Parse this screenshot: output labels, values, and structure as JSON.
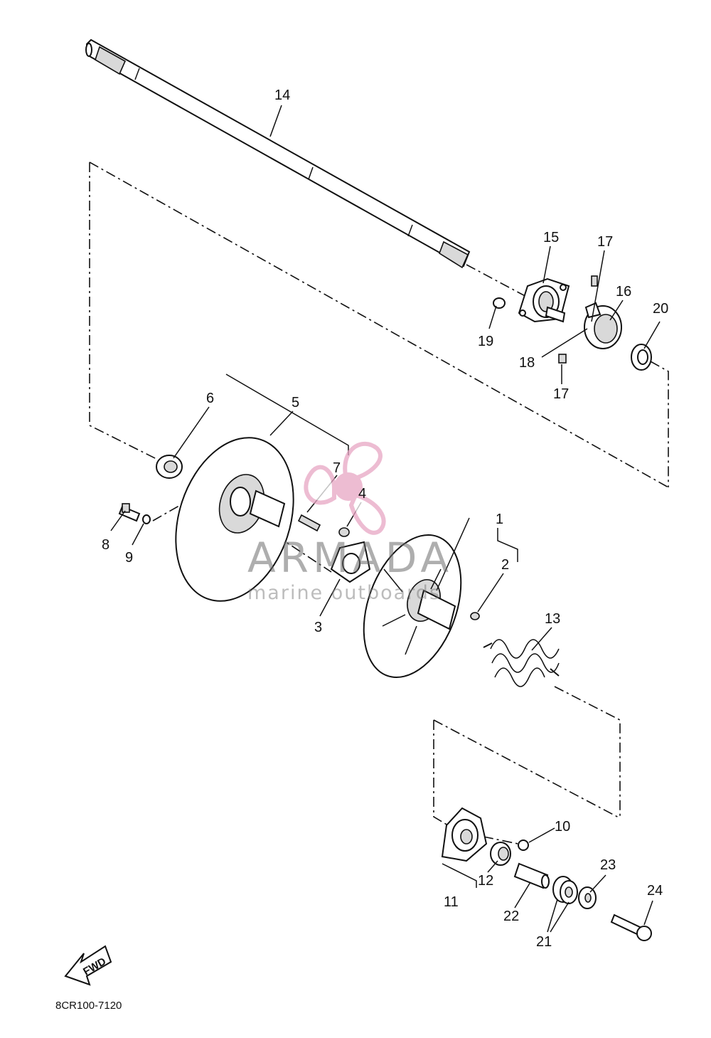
{
  "diagram": {
    "drawing_code": "8CR100-7120",
    "direction_label": "FWD",
    "callouts": [
      {
        "id": "c1",
        "label": "1"
      },
      {
        "id": "c2",
        "label": "2"
      },
      {
        "id": "c3",
        "label": "3"
      },
      {
        "id": "c4",
        "label": "4"
      },
      {
        "id": "c5",
        "label": "5"
      },
      {
        "id": "c6",
        "label": "6"
      },
      {
        "id": "c7",
        "label": "7"
      },
      {
        "id": "c8",
        "label": "8"
      },
      {
        "id": "c9",
        "label": "9"
      },
      {
        "id": "c10",
        "label": "10"
      },
      {
        "id": "c11",
        "label": "11"
      },
      {
        "id": "c12",
        "label": "12"
      },
      {
        "id": "c13",
        "label": "13"
      },
      {
        "id": "c14",
        "label": "14"
      },
      {
        "id": "c15",
        "label": "15"
      },
      {
        "id": "c16",
        "label": "16"
      },
      {
        "id": "c17a",
        "label": "17"
      },
      {
        "id": "c17b",
        "label": "17"
      },
      {
        "id": "c18",
        "label": "18"
      },
      {
        "id": "c19",
        "label": "19"
      },
      {
        "id": "c20",
        "label": "20"
      },
      {
        "id": "c21",
        "label": "21"
      },
      {
        "id": "c22",
        "label": "22"
      },
      {
        "id": "c23",
        "label": "23"
      },
      {
        "id": "c24",
        "label": "24"
      }
    ]
  },
  "watermark": {
    "brand": "ARMADA",
    "tagline": "marine outboards",
    "accent_color": "#e8a6c4"
  }
}
